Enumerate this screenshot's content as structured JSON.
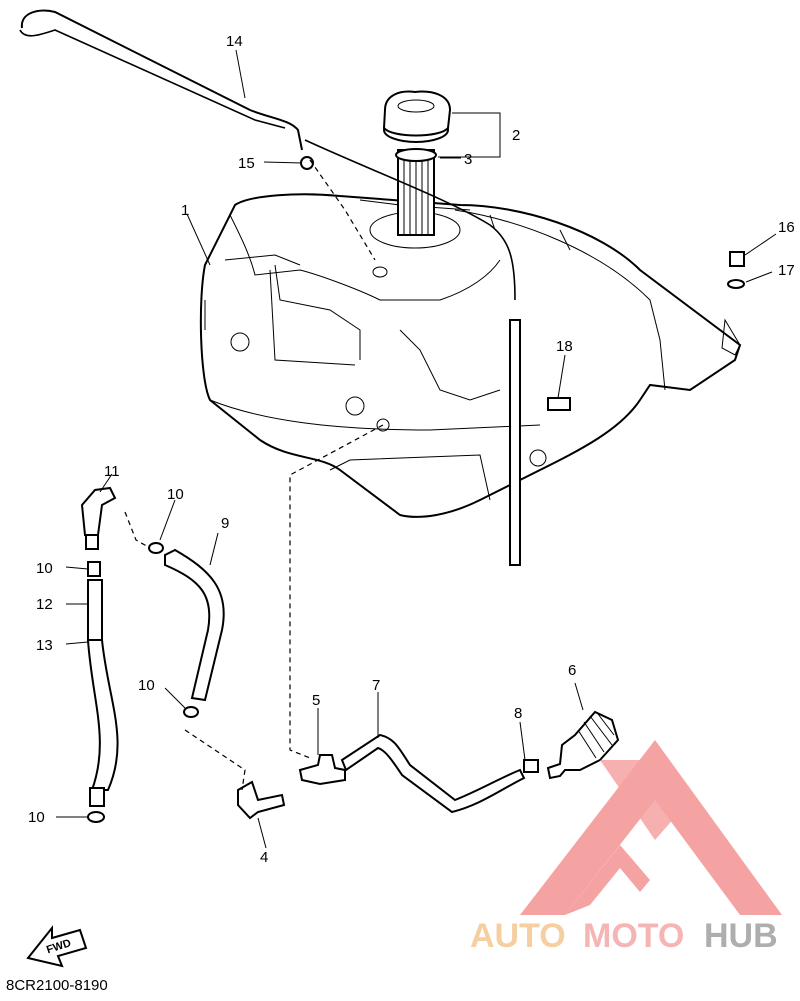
{
  "diagram": {
    "code": "8CR2100-8190",
    "fwd_label": "FWD",
    "callouts": [
      {
        "id": "c1",
        "text": "1"
      },
      {
        "id": "c2",
        "text": "2"
      },
      {
        "id": "c3",
        "text": "3"
      },
      {
        "id": "c4",
        "text": "4"
      },
      {
        "id": "c5",
        "text": "5"
      },
      {
        "id": "c6",
        "text": "6"
      },
      {
        "id": "c7",
        "text": "7"
      },
      {
        "id": "c8",
        "text": "8"
      },
      {
        "id": "c9",
        "text": "9"
      },
      {
        "id": "c10a",
        "text": "10"
      },
      {
        "id": "c10b",
        "text": "10"
      },
      {
        "id": "c10c",
        "text": "10"
      },
      {
        "id": "c10d",
        "text": "10"
      },
      {
        "id": "c11",
        "text": "11"
      },
      {
        "id": "c12",
        "text": "12"
      },
      {
        "id": "c13",
        "text": "13"
      },
      {
        "id": "c14",
        "text": "14"
      },
      {
        "id": "c15",
        "text": "15"
      },
      {
        "id": "c16",
        "text": "16"
      },
      {
        "id": "c17",
        "text": "17"
      },
      {
        "id": "c18",
        "text": "18"
      }
    ]
  },
  "watermark": {
    "text_part1": "AUTO",
    "text_part2": "MOTO",
    "text_part3": "HUB",
    "colors": {
      "auto": "#f5c48a",
      "moto": "#f4a3a3",
      "hub": "#9a9a9a",
      "logo": "#f28b8b"
    }
  }
}
